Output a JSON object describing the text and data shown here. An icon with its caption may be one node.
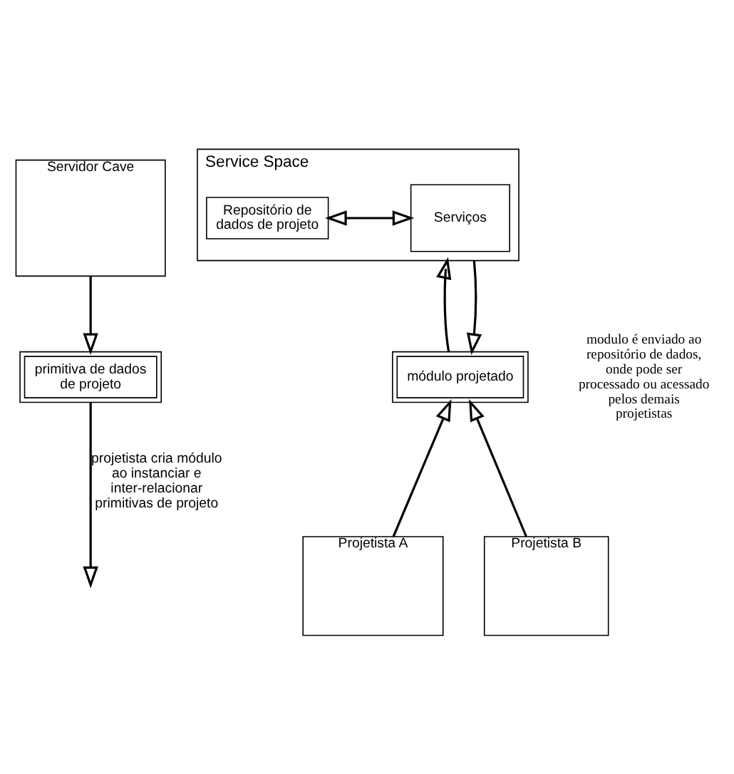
{
  "diagram": {
    "nodes": [
      {
        "text": [
          "Servidor Cave"
        ]
      },
      {
        "text": [
          "Service Space"
        ]
      },
      {
        "text": [
          "Repositório de dados de projeto"
        ],
        "in": 1
      },
      {
        "text": [
          "Serviços"
        ],
        "in": 1
      },
      {
        "text": [
          "primitiva de dados de projeto"
        ]
      },
      {
        "text": [
          "módulo projetado"
        ]
      },
      {
        "text": [
          "Projetista A"
        ]
      },
      {
        "text": [
          "Projetista B"
        ]
      }
    ],
    "edges": [
      {
        "from": 2,
        "to": 3,
        "arrow": "both"
      },
      {
        "from": 0,
        "to": 4,
        "arrow": "to"
      },
      {
        "from": 5,
        "to": 1,
        "arrow": "to"
      },
      {
        "from": 1,
        "to": 5,
        "arrow": "to"
      },
      {
        "from": 4,
        "to": null,
        "arrow": "to",
        "label": "projetista cria módulo ao instanciar e inter-relacionar primitivas de projeto"
      },
      {
        "from": 6,
        "to": 5,
        "arrow": "to"
      },
      {
        "from": 7,
        "to": 5,
        "arrow": "to"
      }
    ],
    "labels": [
      "modulo é enviado ao repositório de dados, onde pode ser processado ou acessado pelos demais projetistas"
    ]
  }
}
